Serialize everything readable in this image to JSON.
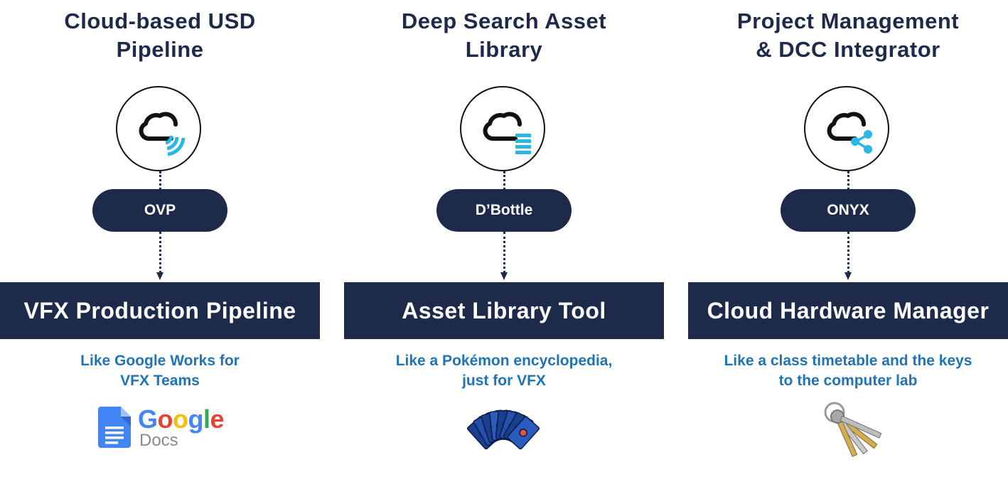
{
  "columns": [
    {
      "heading": [
        "Cloud-based USD",
        "Pipeline"
      ],
      "pill": "OVP",
      "banner": "VFX Production Pipeline",
      "analogy": [
        "Like Google Works for",
        "VFX Teams"
      ],
      "icon": "cloud-wifi-icon",
      "image": "google-docs-logo",
      "logo_word": "Google",
      "logo_sub": "Docs"
    },
    {
      "heading": [
        "Deep Search Asset",
        "Library"
      ],
      "pill": "D’Bottle",
      "banner": "Asset Library Tool",
      "analogy": [
        "Like a Pokémon encyclopedia,",
        "just for VFX"
      ],
      "icon": "cloud-database-icon",
      "image": "pokemon-cards-image"
    },
    {
      "heading": [
        "Project Management",
        "& DCC Integrator"
      ],
      "pill": "ONYX",
      "banner": "Cloud Hardware Manager",
      "analogy": [
        "Like a class timetable and the keys",
        "to the computer lab"
      ],
      "icon": "cloud-share-icon",
      "image": "keys-image"
    }
  ],
  "colors": {
    "navy": "#1e2a4a",
    "accent_cyan": "#29b6e8",
    "analogy_blue": "#1f73b7",
    "google_blue": "#4285F4",
    "google_red": "#EA4335",
    "google_yellow": "#FBBC05",
    "google_green": "#34A853"
  }
}
